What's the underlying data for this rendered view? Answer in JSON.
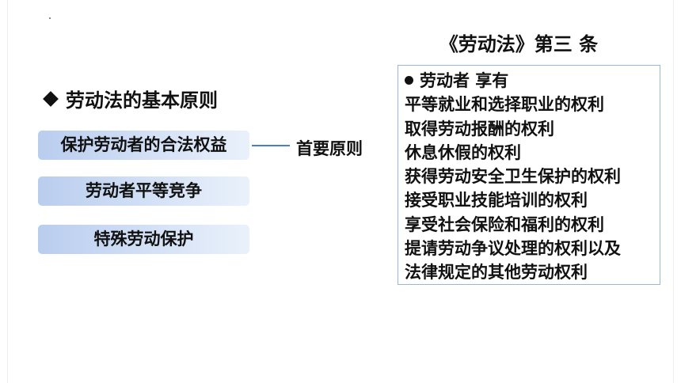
{
  "law_title": "《劳动法》第三 条",
  "principles": {
    "heading": "劳动法的基本原则",
    "items": [
      "保护劳动者的合法权益",
      "劳动者平等竞争",
      "特殊劳动保护"
    ],
    "primary_label": "首要原则"
  },
  "rights": {
    "intro": "劳动者 享有",
    "items": [
      "平等就业和选择职业的权利",
      "取得劳动报酬的权利",
      "休息休假的权利",
      "获得劳动安全卫生保护的权利",
      "接受职业技能培训的权利",
      "享受社会保险和福利的权利",
      "提请劳动争议处理的权利以及",
      "法律规定的其他劳动权利"
    ]
  },
  "colors": {
    "connector": "#4a7fd0",
    "box_border": "#9bb4dc",
    "principle_fill": "#c8d8f2"
  }
}
